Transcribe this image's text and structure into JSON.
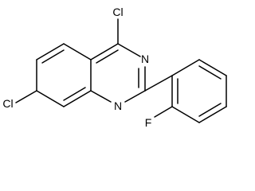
{
  "molecule": {
    "atoms": {
      "cl_top": "Cl",
      "cl_left": "Cl",
      "n_upper": "N",
      "n_lower": "N",
      "f": "F"
    }
  },
  "colors": {
    "bond": "#000000",
    "label": "#000000",
    "background": "#ffffff"
  }
}
